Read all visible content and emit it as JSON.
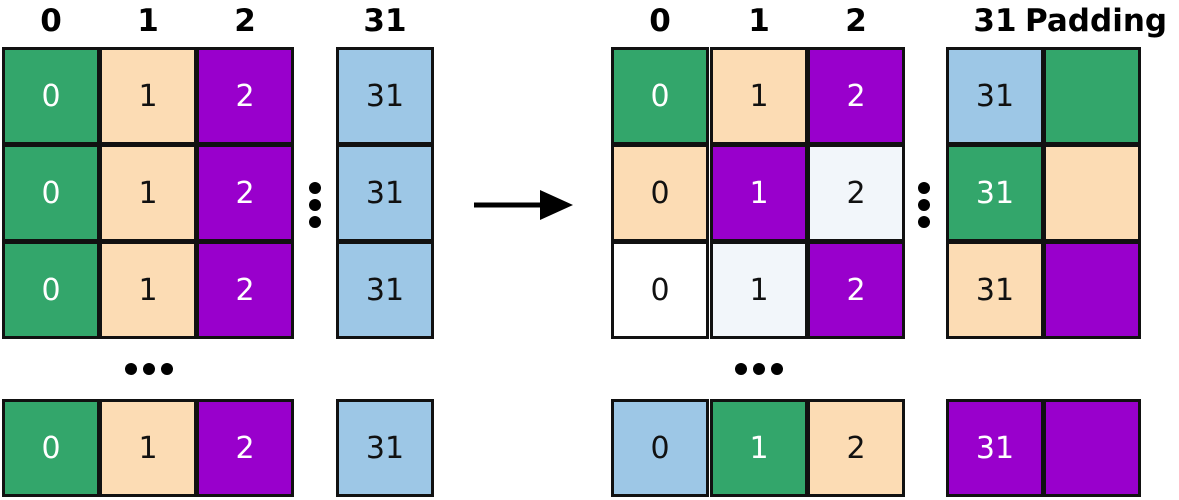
{
  "colors": {
    "green": "#33a66b",
    "peach": "#fcdcb4",
    "purple": "#9900cc",
    "blue": "#9dc7e6",
    "lightgray": "#f2f6fa",
    "white": "#ffffff"
  },
  "left": {
    "headers": [
      "0",
      "1",
      "2",
      "31"
    ],
    "rows": [
      [
        {
          "t": "0",
          "c": "green"
        },
        {
          "t": "1",
          "c": "peach"
        },
        {
          "t": "2",
          "c": "purple"
        },
        {
          "t": "31",
          "c": "blue"
        }
      ],
      [
        {
          "t": "0",
          "c": "green"
        },
        {
          "t": "1",
          "c": "peach"
        },
        {
          "t": "2",
          "c": "purple"
        },
        {
          "t": "31",
          "c": "blue"
        }
      ],
      [
        {
          "t": "0",
          "c": "green"
        },
        {
          "t": "1",
          "c": "peach"
        },
        {
          "t": "2",
          "c": "purple"
        },
        {
          "t": "31",
          "c": "blue"
        }
      ],
      [
        {
          "t": "0",
          "c": "green"
        },
        {
          "t": "1",
          "c": "peach"
        },
        {
          "t": "2",
          "c": "purple"
        },
        {
          "t": "31",
          "c": "blue"
        }
      ]
    ]
  },
  "right": {
    "headers": [
      "0",
      "1",
      "2",
      "31",
      "Padding"
    ],
    "rows": [
      [
        {
          "t": "0",
          "c": "green"
        },
        {
          "t": "1",
          "c": "peach"
        },
        {
          "t": "2",
          "c": "purple"
        },
        {
          "t": "31",
          "c": "blue"
        },
        {
          "t": "",
          "c": "green"
        }
      ],
      [
        {
          "t": "0",
          "c": "peach"
        },
        {
          "t": "1",
          "c": "purple"
        },
        {
          "t": "2",
          "c": "lightgray"
        },
        {
          "t": "31",
          "c": "green"
        },
        {
          "t": "",
          "c": "peach"
        }
      ],
      [
        {
          "t": "0",
          "c": "white"
        },
        {
          "t": "1",
          "c": "lightgray"
        },
        {
          "t": "2",
          "c": "purple"
        },
        {
          "t": "31",
          "c": "peach"
        },
        {
          "t": "",
          "c": "purple"
        }
      ],
      [
        {
          "t": "0",
          "c": "blue"
        },
        {
          "t": "1",
          "c": "green"
        },
        {
          "t": "2",
          "c": "peach"
        },
        {
          "t": "31",
          "c": "purple"
        },
        {
          "t": "",
          "c": "purple"
        }
      ]
    ]
  }
}
